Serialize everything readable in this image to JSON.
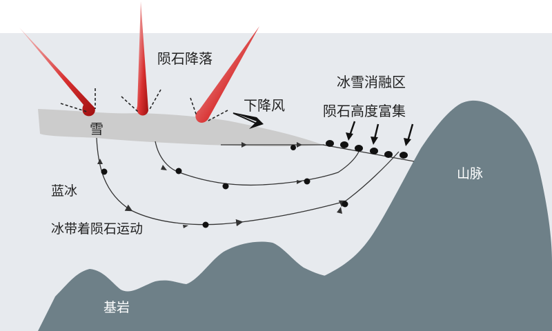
{
  "labels": {
    "meteorite_fall": "陨石降落",
    "katabatic_wind": "下降风",
    "snow": "雪",
    "melt_zone": "冰雪消融区",
    "enrichment": "陨石高度富集",
    "blue_ice": "蓝冰",
    "ice_transport": "冰带着陨石运动",
    "mountain_range": "山脉",
    "bedrock": "基岩"
  },
  "colors": {
    "ice": "#e7eaee",
    "snow": "#cccccc",
    "rock": "#6e8088",
    "meteor_red": "#cc2020",
    "meteorite": "#111111",
    "flow_line": "#333333"
  },
  "icons": {
    "meteor": "red-spike-meteor-icon",
    "wind": "arrow-icon",
    "meteorite": "black-dot-icon"
  }
}
